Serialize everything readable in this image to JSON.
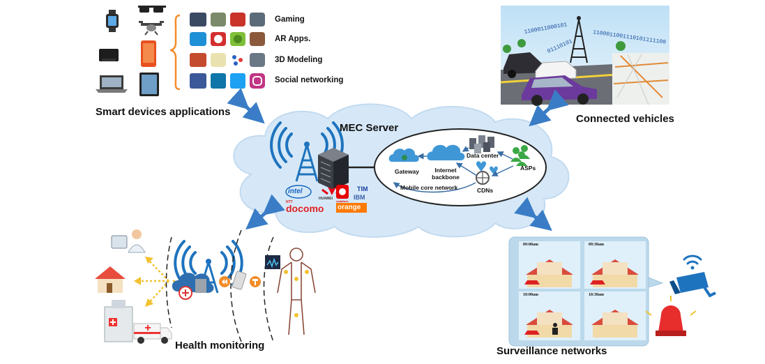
{
  "sections": {
    "smart_devices": "Smart devices applications",
    "connected_vehicles": "Connected vehicles",
    "health_monitoring": "Health monitoring",
    "surveillance": "Surveillance networks"
  },
  "app_categories": [
    "Gaming",
    "AR Apps.",
    "3D Modeling",
    "Social networking"
  ],
  "mec": {
    "title": "MEC Server",
    "vendors": [
      "intel",
      "HUAWEI",
      "vodafone",
      "TIM",
      "NTT",
      "docomo",
      "IBM",
      "orange"
    ]
  },
  "network": {
    "gateway": "Gateway",
    "internet_backbone": "Internet backbone",
    "data_center": "Data center",
    "asps": "ASPs",
    "cdns": "CDNs",
    "mobile_core": "Mobile core network"
  },
  "vehicles": {
    "bits_1": "1100011000101",
    "bits_2": "1100011001110101111100",
    "bits_3": "01110101"
  },
  "surveillance_times": [
    "09:00am",
    "09:30am",
    "10:00am",
    "10:30am"
  ],
  "colors": {
    "signal_blue": "#1e73be",
    "cloud": "#d6e8f7",
    "arrow": "#3a7dc6",
    "bracket": "#f28c28",
    "car_purple": "#6b3a9c"
  },
  "icons": [
    "smartwatch-icon",
    "smart-glasses-icon",
    "drone-icon",
    "game-console-icon",
    "smartphone-icon",
    "laptop-icon",
    "tablet-icon",
    "facebook-icon",
    "linkedin-icon",
    "twitter-icon",
    "instagram-icon",
    "doctor-icon",
    "house-icon",
    "hospital-icon",
    "ambulance-icon",
    "body-icon",
    "security-camera-icon",
    "alarm-light-icon",
    "server-icon",
    "antenna-icon"
  ]
}
